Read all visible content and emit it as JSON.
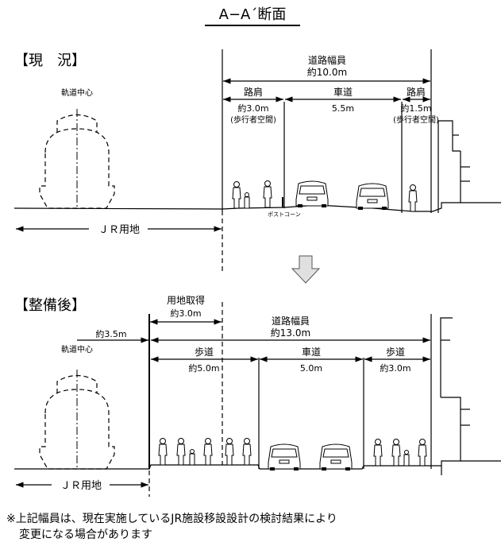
{
  "title": "A−A´断面",
  "current": {
    "label": "【現　況】",
    "track_center": "軌道中心",
    "road_width_label": "道路幅員",
    "road_width_value": "約10.0m",
    "left_shoulder": {
      "label": "路肩",
      "value": "約3.0m",
      "note": "(歩行者空間)"
    },
    "carriageway": {
      "label": "車道",
      "value": "5.5m"
    },
    "right_shoulder": {
      "label": "路肩",
      "value": "約1.5m",
      "note": "(歩行者空間)"
    },
    "post_cone": "ポストコーン",
    "jr_land": "ＪＲ用地"
  },
  "after": {
    "label": "【整備後】",
    "land_acquisition_label": "用地取得",
    "land_acquisition_value": "約3.0m",
    "track_offset": "約3.5m",
    "track_center": "軌道中心",
    "road_width_label": "道路幅員",
    "road_width_value": "約13.0m",
    "left_sidewalk": {
      "label": "歩道",
      "value": "約5.0m"
    },
    "carriageway": {
      "label": "車道",
      "value": "5.0m"
    },
    "right_sidewalk": {
      "label": "歩道",
      "value": "約3.0m"
    },
    "jr_land": "ＪＲ用地"
  },
  "footnote": {
    "line1": "※上記幅員は、現在実施しているJR施設移設設計の検討結果により",
    "line2": "変更になる場合があります"
  }
}
